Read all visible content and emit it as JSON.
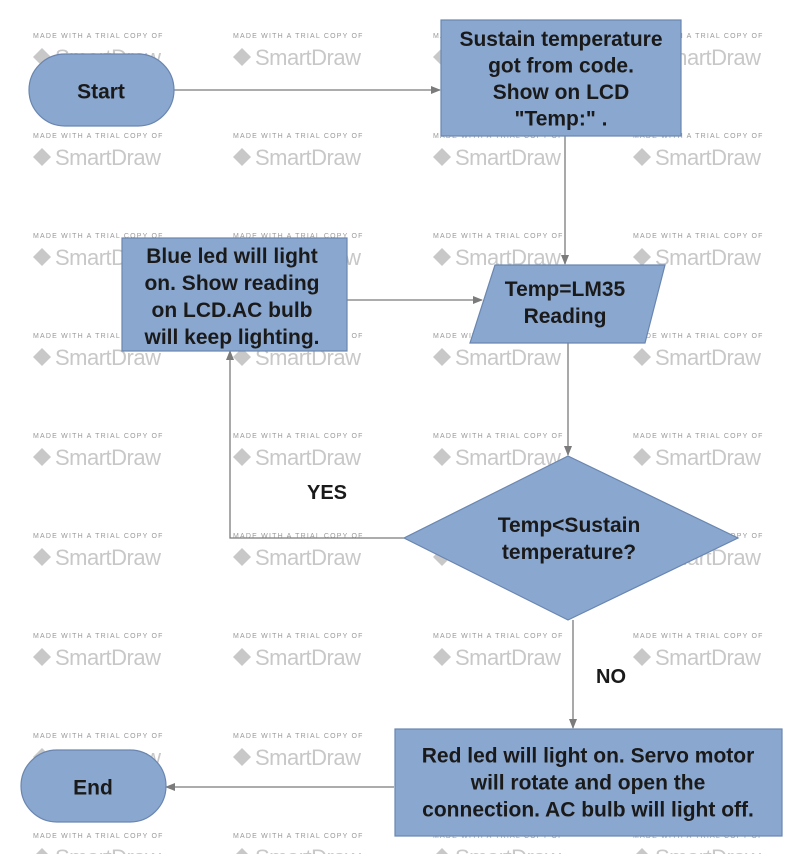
{
  "watermark": {
    "line1": "MADE WITH A TRIAL COPY OF",
    "line2": "SmartDraw"
  },
  "nodes": {
    "start": {
      "lines": [
        "Start"
      ]
    },
    "sustain": {
      "lines": [
        "Sustain temperature",
        "got from code.",
        "Show on LCD",
        "\"Temp:\" ."
      ]
    },
    "reading": {
      "lines": [
        "Temp=LM35",
        "Reading"
      ]
    },
    "blue": {
      "lines": [
        "Blue led will light",
        "on. Show reading",
        "on LCD.AC bulb",
        "will keep lighting."
      ]
    },
    "decision": {
      "lines": [
        "Temp<Sustain",
        "temperature?"
      ]
    },
    "red": {
      "lines": [
        "Red led will light on. Servo motor",
        "will rotate and open the",
        "connection. AC bulb will light off."
      ]
    },
    "end": {
      "lines": [
        "End"
      ]
    }
  },
  "edge_labels": {
    "yes": "YES",
    "no": "NO"
  }
}
